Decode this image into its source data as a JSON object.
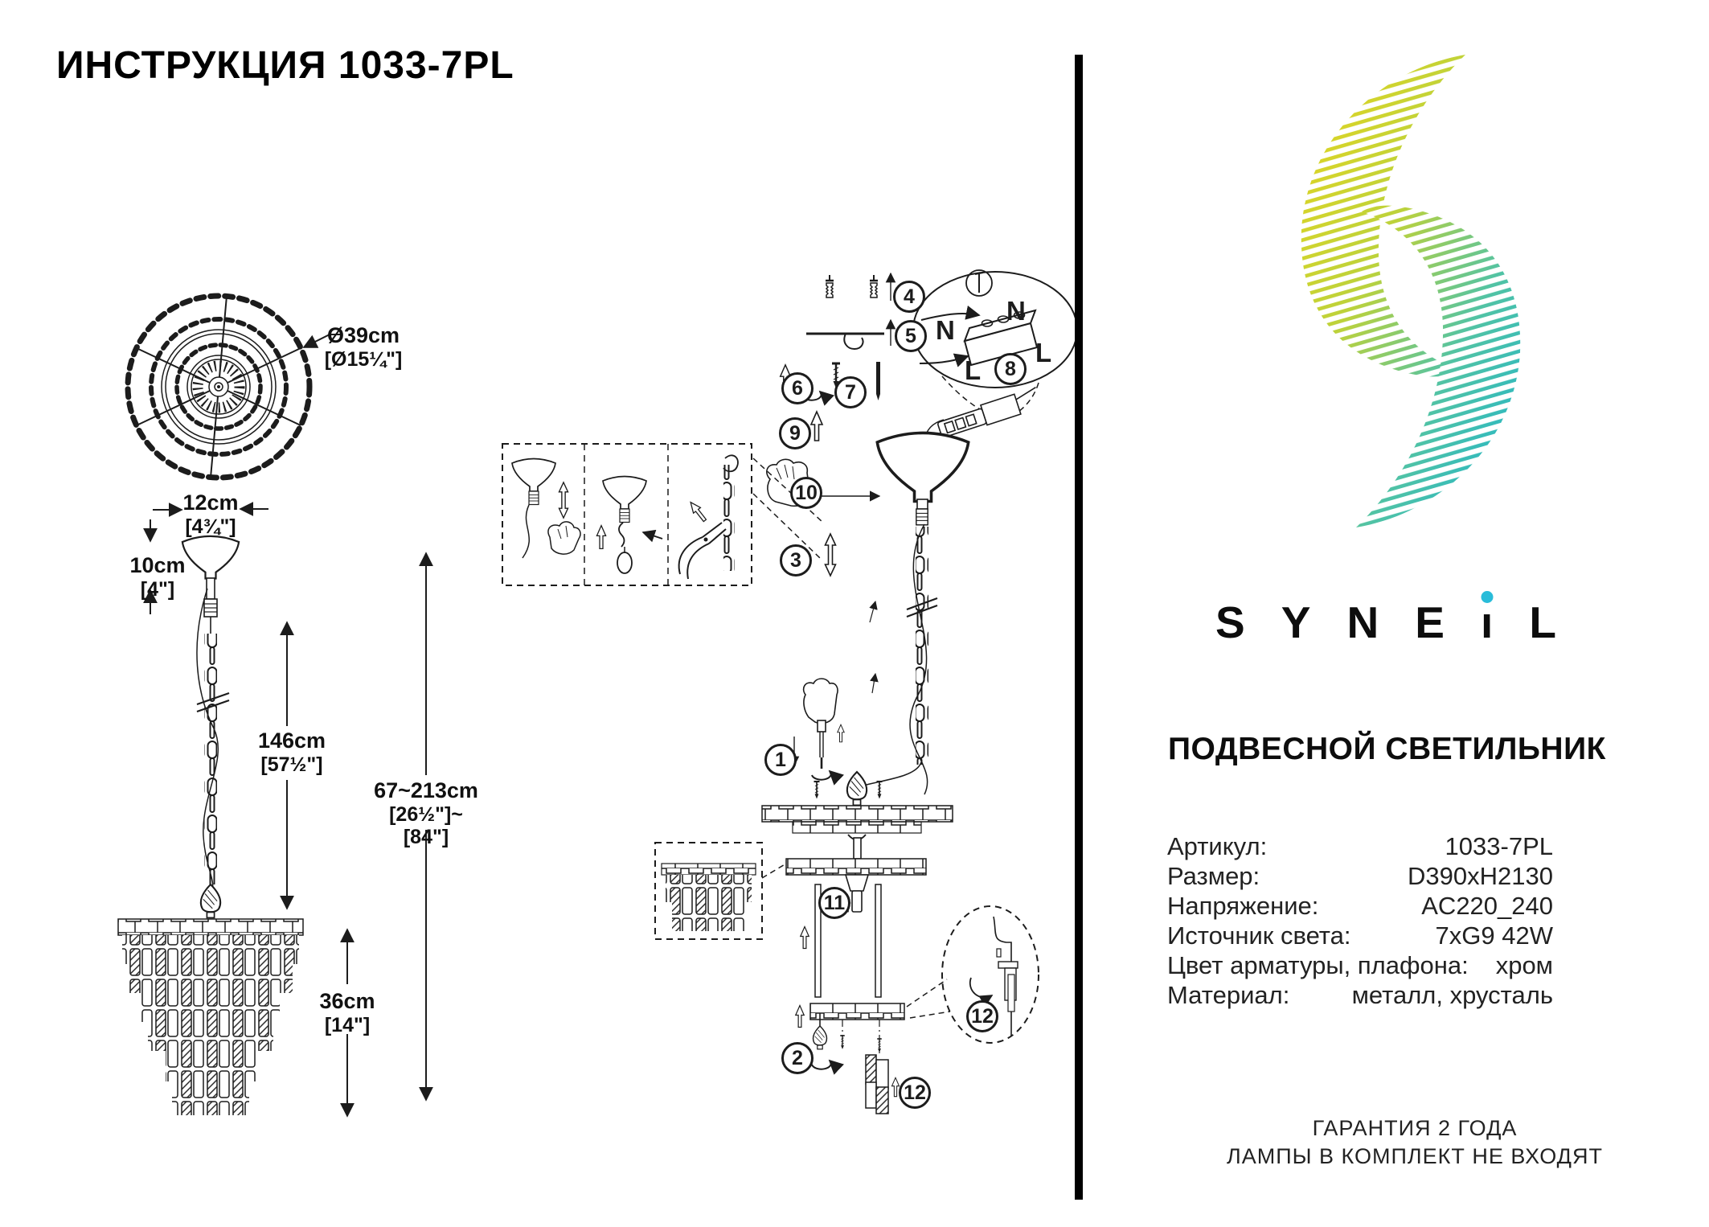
{
  "title": "ИНСТРУКЦИЯ 1033-7PL",
  "left_drawings": {
    "dimensions": {
      "diameter": {
        "metric": "Ø39cm",
        "imperial": "[Ø15¼\"]"
      },
      "canopy_width": {
        "metric": "12cm",
        "imperial": "[4¾\"]"
      },
      "canopy_height": {
        "metric": "10cm",
        "imperial": "[4\"]"
      },
      "chain_length": {
        "metric": "146cm",
        "imperial": "[57½\"]"
      },
      "overall_height": {
        "metric": "67~213cm",
        "imperial": "[26½\"]~[84\"]"
      },
      "body_height": {
        "metric": "36cm",
        "imperial": "[14\"]"
      }
    }
  },
  "assembly": {
    "steps": [
      "1",
      "2",
      "3",
      "4",
      "5",
      "6",
      "7",
      "8",
      "9",
      "10",
      "11",
      "12"
    ],
    "step12_repeat": "12",
    "wiring_labels": {
      "n1": "N",
      "n2": "N",
      "l1": "L",
      "l2": "L"
    }
  },
  "brand": {
    "name": "SYNEIL",
    "letters": [
      "S",
      "Y",
      "N",
      "E",
      "ı",
      "L"
    ],
    "accent_color": "#29bcd9",
    "logo_gradient": [
      "#eed71b",
      "#bcd23b",
      "#52c3a4",
      "#12b2d6"
    ]
  },
  "product": {
    "category": "ПОДВЕСНОЙ СВЕТИЛЬНИК",
    "specs": [
      {
        "label": "Артикул:",
        "value": "1033-7PL"
      },
      {
        "label": "Размер:",
        "value": "D390xH2130"
      },
      {
        "label": "Напряжение:",
        "value": "AC220_240"
      },
      {
        "label": "Источник света:",
        "value": "7xG9 42W"
      },
      {
        "label": "Цвет арматуры, плафона:",
        "value": "хром"
      },
      {
        "label": "Материал:",
        "value": "металл, хрусталь"
      }
    ],
    "footer_lines": [
      "ГАРАНТИЯ 2 ГОДА",
      "ЛАМПЫ В КОМПЛЕКТ НЕ ВХОДЯТ"
    ]
  }
}
